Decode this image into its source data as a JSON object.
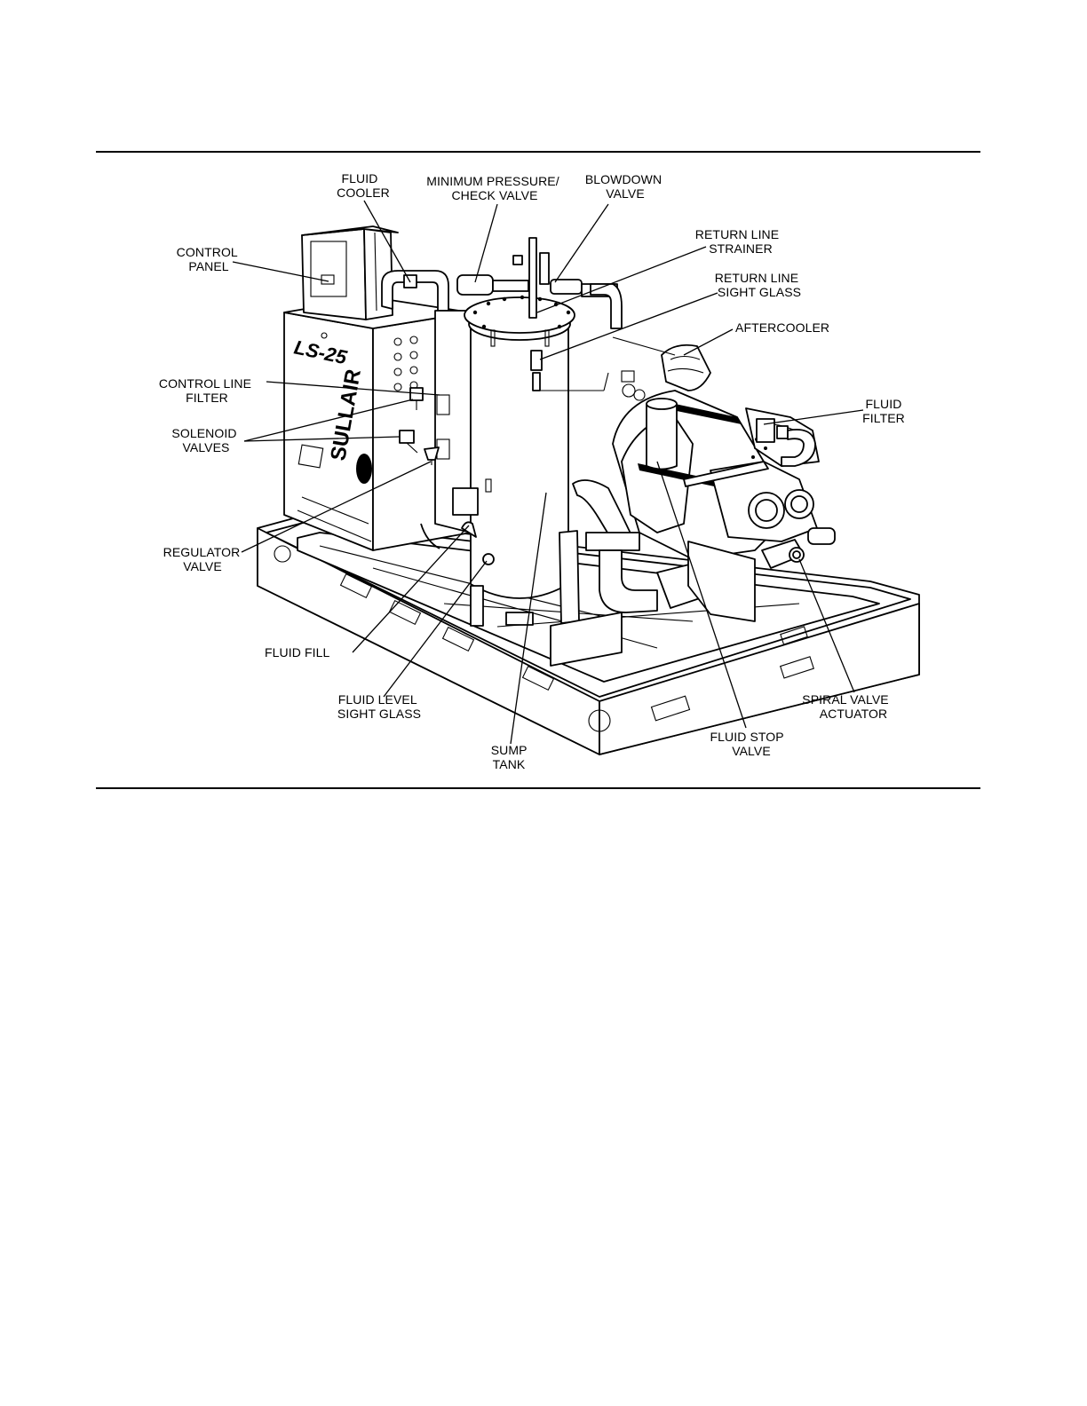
{
  "figure": {
    "unit_brand": "SULLAIR",
    "unit_model": "LS-25",
    "labels": {
      "fluid_cooler": [
        "FLUID",
        "COOLER"
      ],
      "min_pressure_valve": [
        "MINIMUM PRESSURE/",
        "CHECK VALVE"
      ],
      "blowdown_valve": [
        "BLOWDOWN",
        "VALVE"
      ],
      "return_line_strainer": [
        "RETURN LINE",
        "STRAINER"
      ],
      "return_line_sight_glass": [
        "RETURN LINE",
        "SIGHT GLASS"
      ],
      "aftercooler": [
        "AFTERCOOLER"
      ],
      "control_panel": [
        "CONTROL",
        "PANEL"
      ],
      "control_line_filter": [
        "CONTROL LINE",
        "FILTER"
      ],
      "solenoid_valves": [
        "SOLENOID",
        "VALVES"
      ],
      "fluid_filter": [
        "FLUID",
        "FILTER"
      ],
      "regulator_valve": [
        "REGULATOR",
        "VALVE"
      ],
      "fluid_fill": [
        "FLUID FILL"
      ],
      "fluid_level_sight_glass": [
        "FLUID LEVEL",
        "SIGHT GLASS"
      ],
      "sump_tank": [
        "SUMP",
        "TANK"
      ],
      "fluid_stop_valve": [
        "FLUID STOP",
        "VALVE"
      ],
      "spiral_valve_actuator": [
        "SPIRAL VALVE",
        "ACTUATOR"
      ]
    }
  }
}
